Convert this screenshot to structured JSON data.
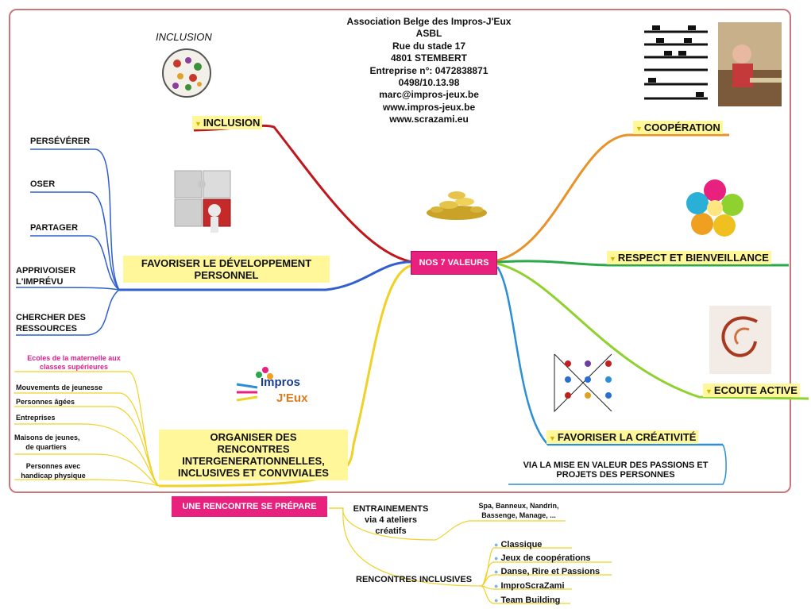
{
  "center_label": "NOS 7 VALEURS",
  "inclusion_title": "INCLUSION",
  "address": [
    "Association Belge des Impros-J'Eux",
    "ASBL",
    "Rue du stade 17",
    "4801 STEMBERT",
    "Entreprise n°: 0472838871",
    "0498/10.13.98",
    "marc@impros-jeux.be",
    "www.impros-jeux.be",
    "www.scrazami.eu"
  ],
  "values": {
    "inclusion": "INCLUSION",
    "cooperation": "COOPÉRATION",
    "respect": "RESPECT ET BIENVEILLANCE",
    "ecoute": "ECOUTE ACTIVE",
    "creativite": "FAVORISER LA CRÉATIVITÉ",
    "creativite_sub": [
      "VIA LA MISE EN VALEUR DES PASSIONS ET",
      "PROJETS DES PERSONNES"
    ],
    "developpement": [
      "FAVORISER LE DÉVELOPPEMENT",
      "PERSONNEL"
    ],
    "rencontres": [
      "ORGANISER DES",
      "RENCONTRES",
      "INTERGENERATIONNELLES,",
      "INCLUSIVES ET CONVIVIALES"
    ]
  },
  "developpement_items": {
    "perseverer": "PERSÉVÉRER",
    "oser": "OSER",
    "partager": "PARTAGER",
    "apprivoiser": [
      "APPRIVOISER",
      "L'IMPRÉVU"
    ],
    "chercher": [
      "CHERCHER DES",
      "RESSOURCES"
    ]
  },
  "rencontres_items": {
    "ecoles": [
      "Ecoles de la maternelle aux",
      "classes supérieures"
    ],
    "mouvements": "Mouvements de jeunesse",
    "agees": "Personnes âgées",
    "entreprises": "Entreprises",
    "maisons": [
      "Maisons de jeunes,",
      "de quartiers"
    ],
    "handicap": [
      "Personnes avec",
      "handicap physique"
    ]
  },
  "logo": {
    "line1": "Impros",
    "line2": "J'Eux"
  },
  "prepare": {
    "label": "UNE RENCONTRE SE PRÉPARE",
    "entrainements": [
      "ENTRAINEMENTS",
      "via 4 ateliers",
      "créatifs"
    ],
    "lieux": [
      "Spa, Banneux, Nandrin,",
      "Bassenge, Manage, ..."
    ],
    "inclusives": "RENCONTRES INCLUSIVES",
    "types": {
      "classique": "Classique",
      "jeux": "Jeux de coopérations",
      "danse": "Danse, Rire et Passions",
      "impro": "ImproScraZami",
      "team": "Team Building"
    }
  },
  "colors": {
    "inclusion_branch": "#c0171d",
    "cooperation_branch": "#e8922a",
    "respect_branch": "#2aa84a",
    "ecoute_branch": "#8fd12e",
    "creativite_branch": "#2a8fd6",
    "developpement_branch": "#2f5fd0",
    "rencontres_branch": "#f0d227",
    "center_box": "#e8207e",
    "highlight": "#fff799"
  }
}
